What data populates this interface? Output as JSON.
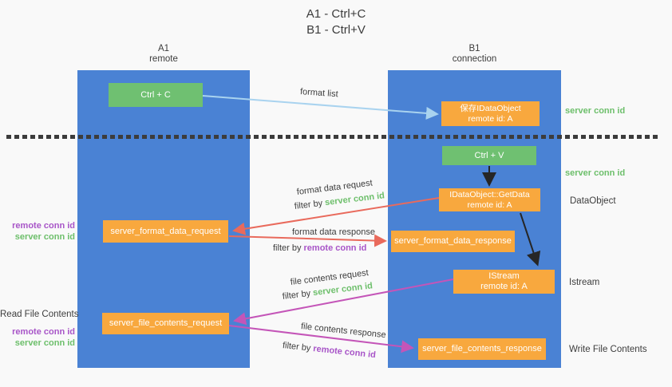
{
  "title": {
    "line1": "A1 - Ctrl+C",
    "line2": "B1 - Ctrl+V"
  },
  "columns": {
    "a1": {
      "name": "A1",
      "subtitle": "remote"
    },
    "b1": {
      "name": "B1",
      "subtitle": "connection"
    }
  },
  "boxes": {
    "ctrl_c": "Ctrl + C",
    "ctrl_v": "Ctrl + V",
    "save_idataobject": {
      "line1": "保存IDataObject",
      "line2": "remote id: A"
    },
    "getdata": {
      "line1": "IDataObject::GetData",
      "line2": "remote id: A"
    },
    "istream": {
      "line1": "IStream",
      "line2": "remote id: A"
    },
    "format_request": "server_format_data_request",
    "format_response": "server_format_data_response",
    "file_request": "server_file_contents_request",
    "file_response": "server_file_contents_response"
  },
  "side_labels": {
    "server_conn_id_top": "server conn id",
    "server_conn_id_mid": "server conn id",
    "dataobject": "DataObject",
    "istream": "Istream",
    "write_file_contents": "Write File Contents",
    "read_file_contents": "Read File Contents",
    "left_remote_conn_id_1": "remote conn id",
    "left_server_conn_id_1": "server conn id",
    "left_remote_conn_id_2": "remote conn id",
    "left_server_conn_id_2": "server conn id"
  },
  "arrow_labels": {
    "format_list": "format list",
    "format_data_request": "format data request",
    "format_data_response": "format data response",
    "file_contents_request": "file contents request",
    "file_contents_response": "file contents response",
    "filter_by": "filter by ",
    "server_conn_id": "server conn id",
    "remote_conn_id": "remote conn id"
  },
  "colors": {
    "column_blue": "#4a82d4",
    "box_green": "#6fc071",
    "box_orange": "#f8a83e",
    "label_green": "#6dbf6b",
    "label_purple": "#a855c8",
    "arrow_salmon": "#e96a5c",
    "arrow_magenta": "#c455b8",
    "arrow_lightblue": "#a9d3ef",
    "arrow_black": "#262626",
    "text_dark": "#3d3d3d"
  }
}
